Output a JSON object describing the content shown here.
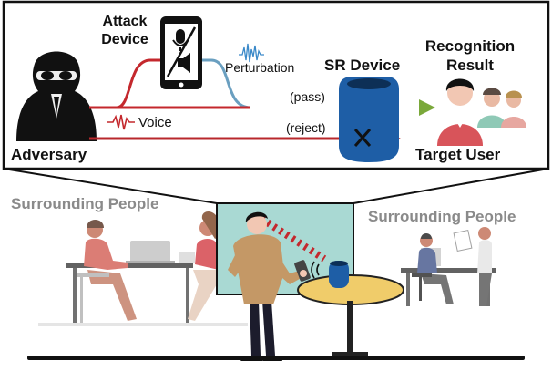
{
  "top_panel": {
    "attack_device": [
      "Attack",
      "Device"
    ],
    "perturbation": "Perturbation",
    "voice": "Voice",
    "adversary": "Adversary",
    "sr_device": "SR Device",
    "pass": "(pass)",
    "reject": "(reject)",
    "recognition_result": [
      "Recognition",
      "Result"
    ],
    "target_user": "Target User"
  },
  "scene": {
    "surrounding_left": "Surrounding People",
    "surrounding_right": "Surrounding People"
  },
  "colors": {
    "attack_path": "#c4282d",
    "perturbation_path": "#6a9fc0",
    "pass_path": "#7aa83a",
    "reject_path": "#b8282c",
    "sr_device": "#1e5ea6",
    "room_bg": "#a9d9d3",
    "person_shirt": "#c49866"
  },
  "icons": {
    "adversary": "hooded-adversary-icon",
    "attack_device": "smartphone-mic-speaker-icon",
    "sr_device": "smart-speaker-icon",
    "target_user": "user-group-icon"
  }
}
